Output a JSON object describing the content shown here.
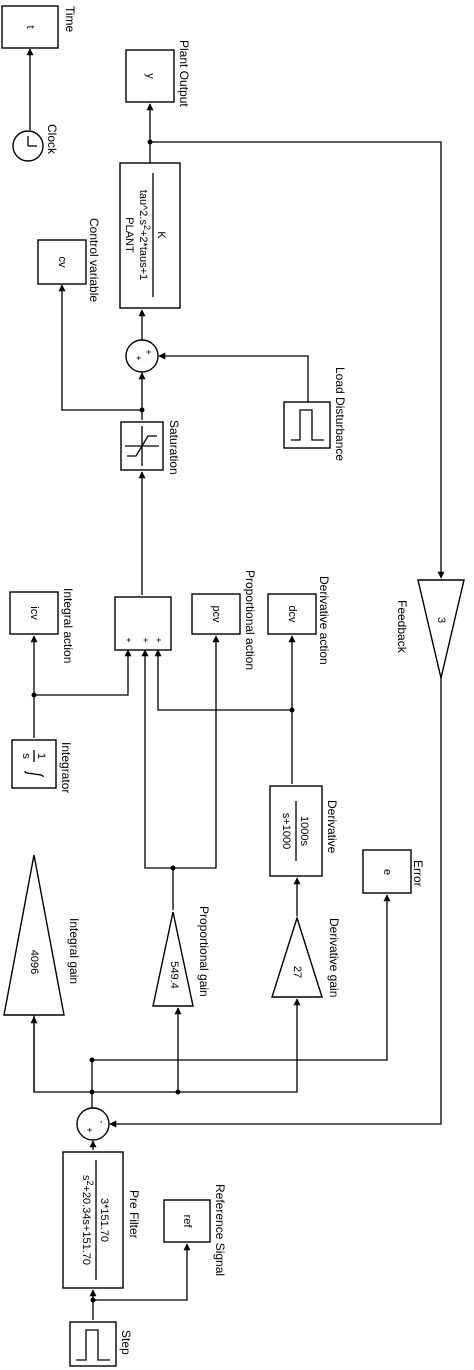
{
  "blocks": {
    "time": {
      "text": "t",
      "label": "Time"
    },
    "clock": {
      "label": "Clock"
    },
    "plant_output": {
      "text": "y",
      "label": "Plant Output"
    },
    "plant": {
      "num": "K",
      "den": "tau^2.s",
      "den_exp": "2",
      "den_rest": "+2*taus+1",
      "label": "PLANT"
    },
    "control_variable": {
      "text": "cv",
      "label": "Control variable"
    },
    "load_sum": {
      "s1": "+",
      "s2": "+"
    },
    "load_disturbance": {
      "label": "Load Disturbance"
    },
    "saturation": {
      "label": "Saturation"
    },
    "pid_sum": {
      "s1": "+",
      "s2": "+",
      "s3": "+"
    },
    "integral_action": {
      "text": "icv",
      "label": "Integral action"
    },
    "proportional_action": {
      "text": "pcv",
      "label": "Proportional action"
    },
    "derivative_action": {
      "text": "dcv",
      "label": "Derivative action"
    },
    "integrator": {
      "num": "1",
      "den": "s",
      "label": "Integrator"
    },
    "derivative": {
      "num": "1000s",
      "den": "s+1000",
      "label": "Derivative"
    },
    "integral_gain": {
      "text": "4096",
      "label": "Integral gain"
    },
    "proportional_gain": {
      "text": "549.4",
      "label": "Proportional gain"
    },
    "derivative_gain": {
      "text": "27",
      "label": "Derivative gain"
    },
    "error": {
      "text": "e",
      "label": "Error"
    },
    "feedback": {
      "text": "3",
      "label": "Feedback"
    },
    "error_sum": {
      "s1": "+",
      "s2": "-"
    },
    "pre_filter": {
      "num": "3*151.70",
      "den": "s",
      "den_exp": "2",
      "den_rest": "+20.34s+151.70",
      "label": "Pre Filter"
    },
    "reference_signal": {
      "text": "ref",
      "label": "Reference Signal"
    },
    "step": {
      "label": "Step"
    }
  }
}
